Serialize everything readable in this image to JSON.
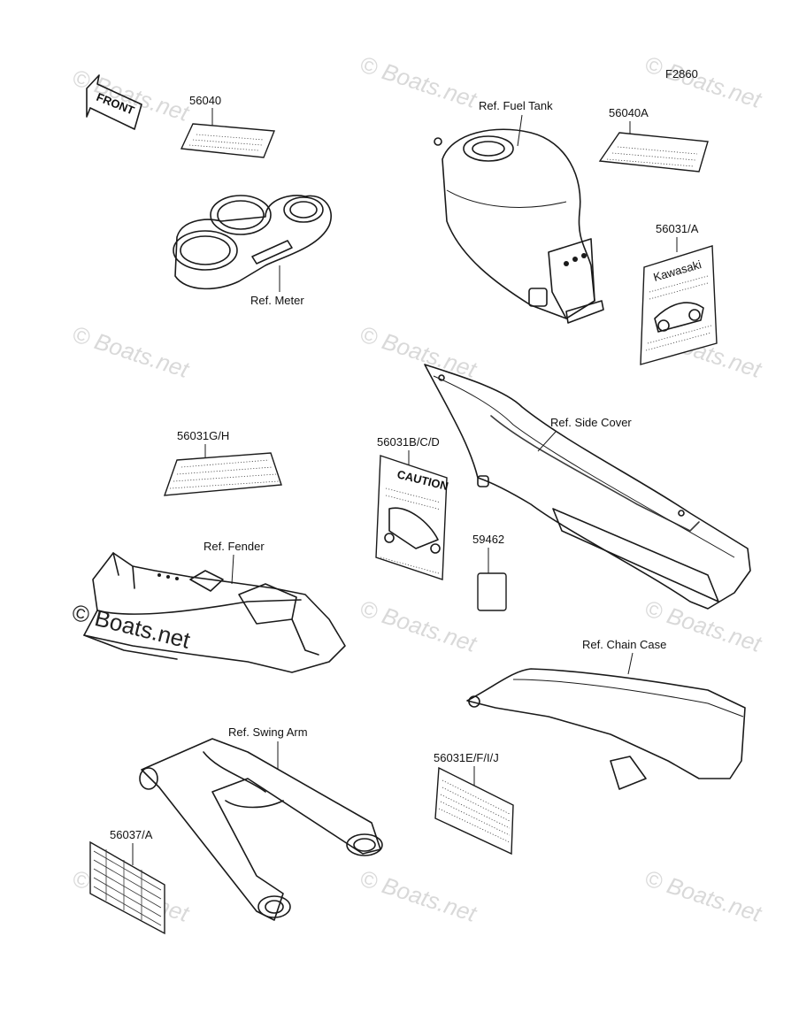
{
  "diagram_id": "F2860",
  "direction_label": "FRONT",
  "watermark": "© Boats.net",
  "parts": {
    "p56040": "56040",
    "p56040a": "56040A",
    "p56031a": "56031/A",
    "p56031gh": "56031G/H",
    "p56031bcd": "56031B/C/D",
    "p59462": "59462",
    "p56031efij": "56031E/F/I/J",
    "p56037a": "56037/A"
  },
  "references": {
    "fuel_tank": "Ref. Fuel Tank",
    "meter": "Ref. Meter",
    "side_cover": "Ref. Side Cover",
    "fender": "Ref. Fender",
    "chain_case": "Ref. Chain Case",
    "swing_arm": "Ref. Swing Arm"
  },
  "label_text": {
    "caution": "CAUTION",
    "brand": "Kawasaki"
  }
}
